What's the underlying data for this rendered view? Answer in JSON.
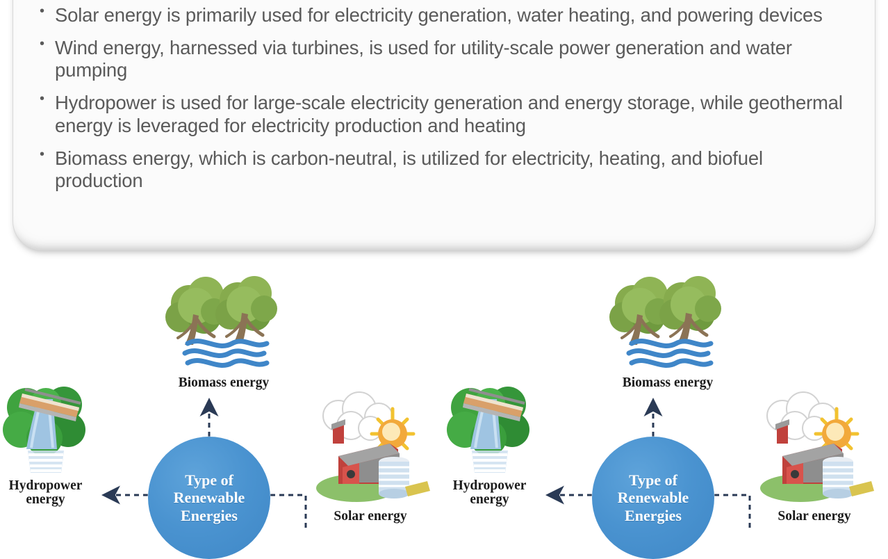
{
  "card": {
    "bullets": [
      "Solar energy is primarily used for electricity generation, water heating, and powering devices",
      "Wind energy, harnessed via turbines, is used for utility-scale power generation and water pumping",
      "Hydropower is used for large-scale electricity generation and energy storage, while geothermal energy is leveraged for electricity production and heating",
      "Biomass energy, which is carbon-neutral, is utilized for electricity, heating, and biofuel production"
    ],
    "text_color": "#5a5a5a",
    "background": "#fbfbfb"
  },
  "diagram": {
    "hub_label": "Type of\nRenewable\nEnergies",
    "hub_color": "#4a93d0",
    "nodes": [
      {
        "id": "biomass",
        "label": "Biomass energy",
        "icon": "two-trees-over-water-icon"
      },
      {
        "id": "hydropower",
        "label": "Hydropower\nenergy",
        "icon": "dam-waterfall-icon"
      },
      {
        "id": "solar",
        "label": "Solar energy",
        "icon": "farmhouse-sun-icon"
      }
    ],
    "connector_style": "dashed-arrow",
    "connector_color": "#2a3a55",
    "copies": 2
  }
}
